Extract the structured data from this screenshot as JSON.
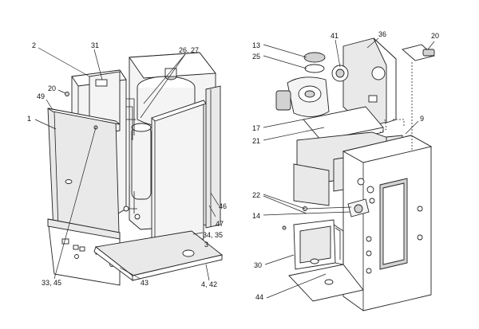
{
  "diagram": {
    "left_labels": {
      "l2": "2",
      "l31": "31",
      "l26_27": "26, 27",
      "l20": "20",
      "l49": "49",
      "l1": "1",
      "l46": "46",
      "l47": "47",
      "l34_35": "34, 35",
      "l3": "3",
      "l33_45": "33, 45",
      "l43": "43",
      "l4_42": "4, 42"
    },
    "right_labels": {
      "r13": "13",
      "r25": "25",
      "r41": "41",
      "r36": "36",
      "r20": "20",
      "r17": "17",
      "r21": "21",
      "r9": "9",
      "r22": "22",
      "r14": "14",
      "r30": "30",
      "r44": "44"
    }
  }
}
